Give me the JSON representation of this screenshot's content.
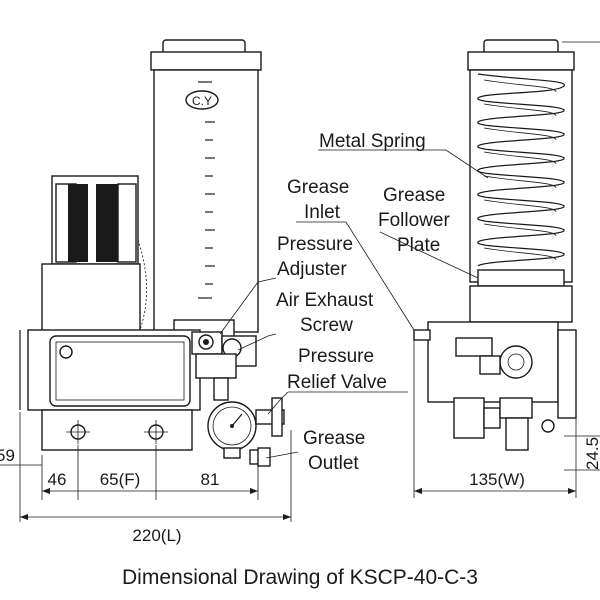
{
  "caption": "Dimensional Drawing of KSCP-40-C-3",
  "reservoir_mark": "C.Y",
  "labels": {
    "metal_spring": "Metal Spring",
    "grease_inlet_1": "Grease",
    "grease_inlet_2": "Inlet",
    "follower_1": "Grease",
    "follower_2": "Follower",
    "follower_3": "Plate",
    "pressure_adjuster_1": "Pressure",
    "pressure_adjuster_2": "Adjuster",
    "air_exhaust_1": "Air Exhaust",
    "air_exhaust_2": "Screw",
    "relief_1": "Pressure",
    "relief_2": "Relief Valve",
    "outlet_1": "Grease",
    "outlet_2": "Outlet"
  },
  "dimensions": {
    "d46": "46",
    "d65": "65(F)",
    "d81": "81",
    "d220": "220(L)",
    "d135": "135(W)",
    "d_left_cut": "59",
    "d_right_cut": "24.5"
  }
}
